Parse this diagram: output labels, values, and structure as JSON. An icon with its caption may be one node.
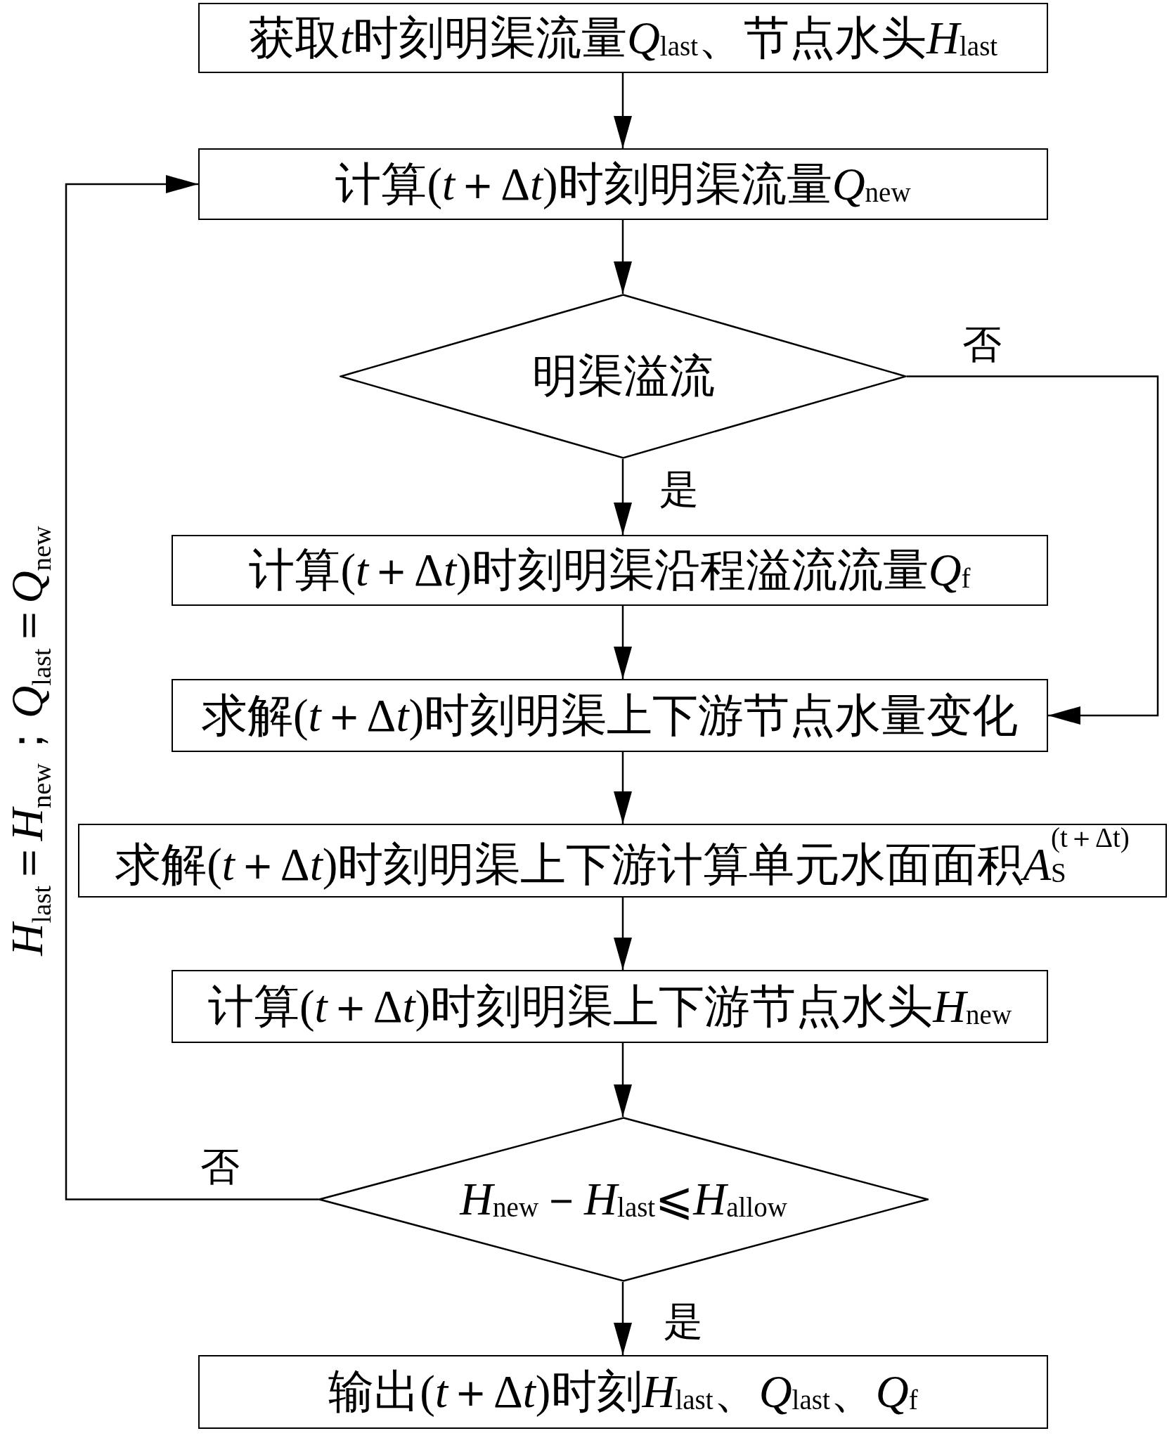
{
  "diagram": {
    "nodes": [
      {
        "text": [
          "获取t时刻明渠流量Q$_{last}$、节点水头H$_{last}$"
        ]
      },
      {
        "text": [
          "计算(t＋Δt)时刻明渠流量Q$_{new}$"
        ]
      },
      {
        "text": [
          "明渠溢流"
        ]
      },
      {
        "text": [
          "计算(t＋Δt)时刻明渠沿程溢流流量Q$_{f}$"
        ]
      },
      {
        "text": [
          "求解(t＋Δt)时刻明渠上下游节点水量变化"
        ]
      },
      {
        "text": [
          "求解(t＋Δt)时刻明渠上下游计算单元水面面积A$_{S}$$^{(t＋Δt)}$"
        ]
      },
      {
        "text": [
          "计算(t＋Δt)时刻明渠上下游节点水头H$_{new}$"
        ]
      },
      {
        "text": [
          "H$_{new}$－H$_{last}$⩽H$_{allow}$"
        ]
      },
      {
        "text": [
          "输出(t＋Δt)时刻H$_{last}$、Q$_{last}$、Q$_{f}$"
        ]
      }
    ],
    "edges": [
      {
        "from": 0,
        "to": 1,
        "arrow": "to"
      },
      {
        "from": 1,
        "to": 2,
        "arrow": "to"
      },
      {
        "from": 2,
        "to": 3,
        "arrow": "to",
        "label": "是"
      },
      {
        "from": 2,
        "to": 4,
        "arrow": "to",
        "label": "否"
      },
      {
        "from": 3,
        "to": 4,
        "arrow": "to"
      },
      {
        "from": 4,
        "to": 5,
        "arrow": "to"
      },
      {
        "from": 5,
        "to": 6,
        "arrow": "to"
      },
      {
        "from": 6,
        "to": 7,
        "arrow": "to"
      },
      {
        "from": 7,
        "to": 8,
        "arrow": "to",
        "label": "是"
      },
      {
        "from": 7,
        "to": 1,
        "arrow": "to",
        "label": "否"
      }
    ],
    "labels": [
      "H$_{last}$＝H$_{new}$；Q$_{last}$＝Q$_{new}$"
    ]
  }
}
